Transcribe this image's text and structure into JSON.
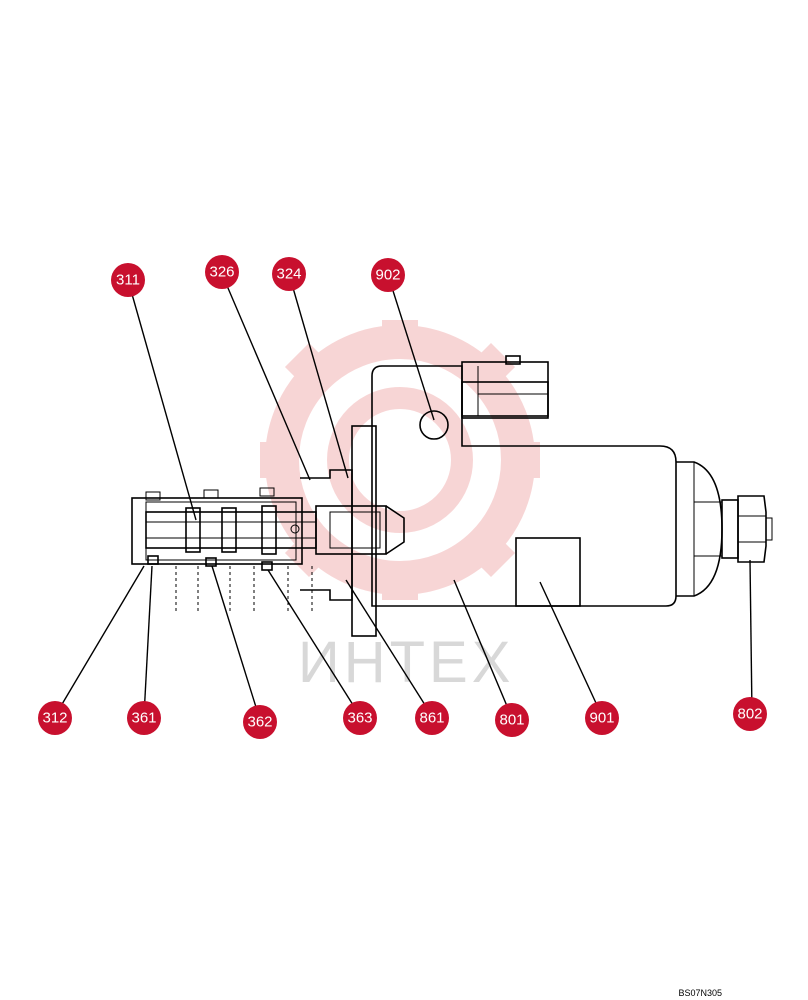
{
  "callouts": [
    {
      "id": "311",
      "label": "311"
    },
    {
      "id": "326",
      "label": "326"
    },
    {
      "id": "324",
      "label": "324"
    },
    {
      "id": "902",
      "label": "902"
    },
    {
      "id": "312",
      "label": "312"
    },
    {
      "id": "361",
      "label": "361"
    },
    {
      "id": "362",
      "label": "362"
    },
    {
      "id": "363",
      "label": "363"
    },
    {
      "id": "861",
      "label": "861"
    },
    {
      "id": "801",
      "label": "801"
    },
    {
      "id": "901",
      "label": "901"
    },
    {
      "id": "802",
      "label": "802"
    }
  ],
  "watermark": {
    "text": "ИНТЕХ",
    "color": "#f4c6c6"
  },
  "drawing_code": "BS07N305",
  "colors": {
    "callout": "#c8102e",
    "line": "#000000"
  }
}
